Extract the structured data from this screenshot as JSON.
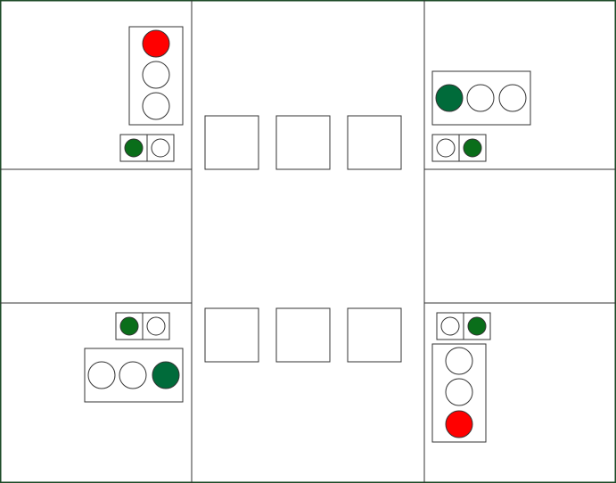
{
  "colors": {
    "background": "#ffffff",
    "border_outer": "#1f4d2a",
    "line": "#333333",
    "light_off": "#ffffff",
    "red_on": "#ff0000",
    "green_on": "#006b3a",
    "green_on_dark": "#0a6e1a"
  },
  "signals": {
    "top_left_vehicle": {
      "orientation": "vertical",
      "lamps": [
        "red",
        "off",
        "off"
      ]
    },
    "top_left_pedestrian": {
      "lamps": [
        "green",
        "off"
      ]
    },
    "top_right_vehicle": {
      "orientation": "horizontal",
      "lamps": [
        "green",
        "off",
        "off"
      ]
    },
    "top_right_pedestrian": {
      "lamps": [
        "off",
        "green"
      ]
    },
    "bottom_left_pedestrian": {
      "lamps": [
        "green",
        "off"
      ]
    },
    "bottom_left_vehicle": {
      "orientation": "horizontal",
      "lamps": [
        "off",
        "off",
        "green"
      ]
    },
    "bottom_right_pedestrian": {
      "lamps": [
        "off",
        "green"
      ]
    },
    "bottom_right_vehicle": {
      "orientation": "vertical",
      "lamps": [
        "off",
        "off",
        "red"
      ]
    }
  },
  "center_boxes": {
    "top_count": 3,
    "bottom_count": 3
  }
}
